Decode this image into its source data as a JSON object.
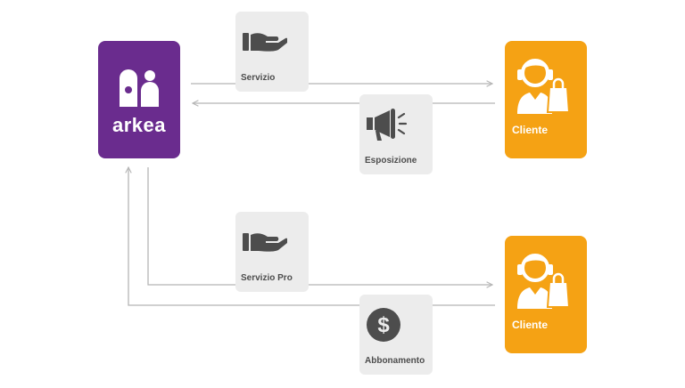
{
  "colors": {
    "arkea": "#6a2c8e",
    "cliente": "#f5a214",
    "card": "#ececec",
    "arrow": "#b5b5b5",
    "icon": "#4d4d4d"
  },
  "provider": {
    "name": "arkea",
    "logo": "arkea-logo-icon"
  },
  "clients": [
    {
      "label": "Cliente",
      "icon": "customer-shopping-bag-icon"
    },
    {
      "label": "Cliente",
      "icon": "customer-shopping-bag-icon"
    }
  ],
  "flows": [
    {
      "label": "Servizio",
      "icon": "hand-offer-icon",
      "direction": "arkea-to-cliente"
    },
    {
      "label": "Esposizione",
      "icon": "megaphone-icon",
      "direction": "cliente-to-arkea"
    },
    {
      "label": "Servizio Pro",
      "icon": "hand-offer-icon",
      "direction": "arkea-to-cliente"
    },
    {
      "label": "Abbonamento",
      "icon": "dollar-coin-icon",
      "direction": "cliente-to-arkea"
    }
  ]
}
